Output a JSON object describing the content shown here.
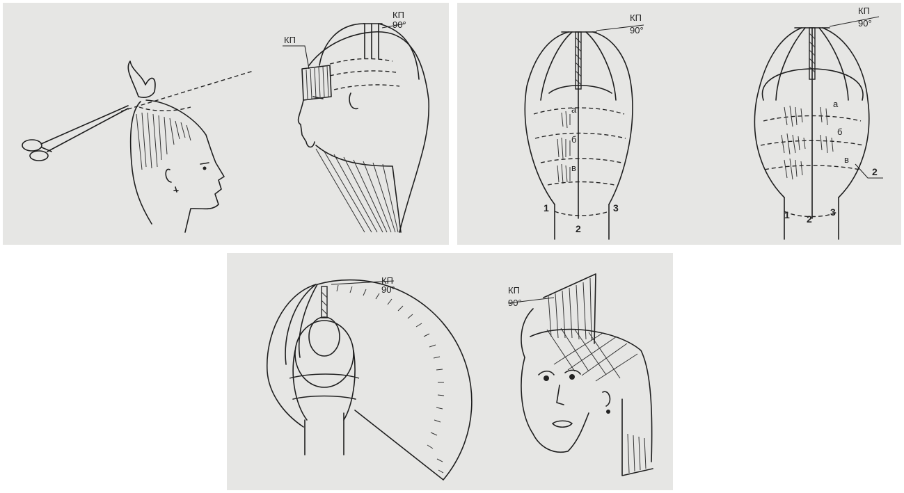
{
  "panels": [
    {
      "id": "top-left",
      "labels": {
        "kp": "КП",
        "kp_top": "КП",
        "angle": "90°"
      }
    },
    {
      "id": "top-right",
      "heads": [
        {
          "kp": "КП",
          "angle": "90°",
          "sections": [
            "а",
            "б",
            "в"
          ],
          "strands": [
            "1",
            "2",
            "3"
          ]
        },
        {
          "kp": "КП",
          "angle": "90°",
          "sections": [
            "а",
            "б",
            "в"
          ],
          "strands": [
            "1",
            "2",
            "3"
          ],
          "callout": "2"
        }
      ]
    },
    {
      "id": "bottom",
      "left": {
        "kp": "КП",
        "angle": "90°"
      },
      "right": {
        "kp": "КП",
        "angle": "90°"
      }
    }
  ]
}
